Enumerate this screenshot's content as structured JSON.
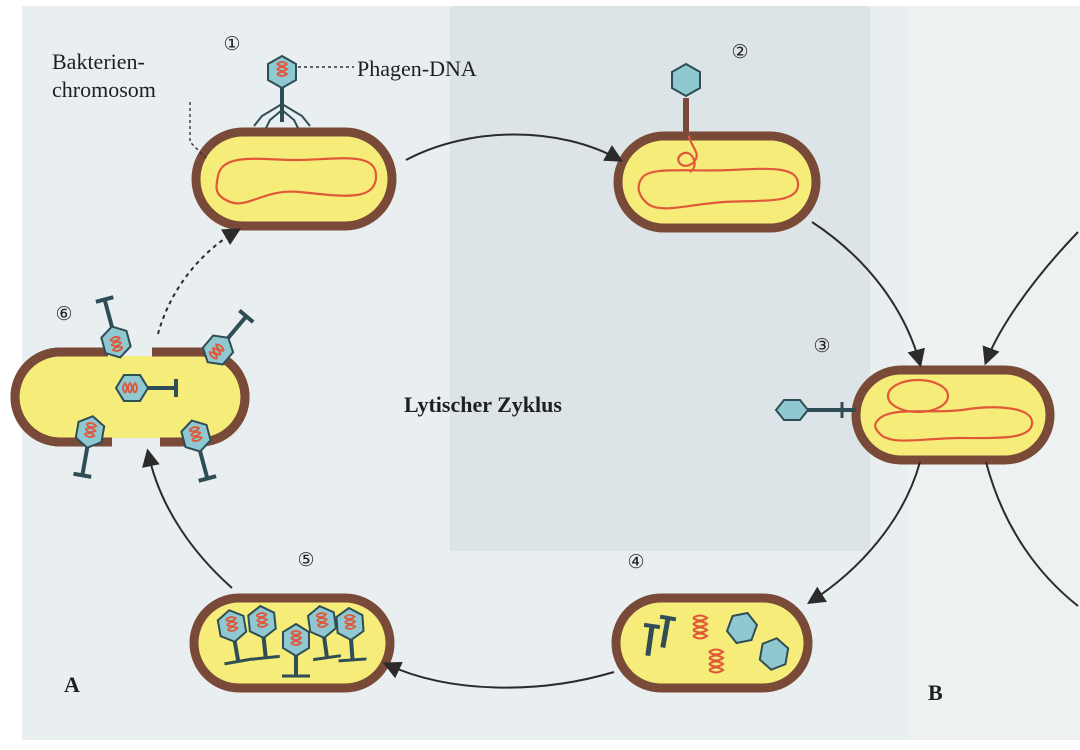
{
  "labels": {
    "chromosome_line1": "Bakterien-",
    "chromosome_line2": "chromosom",
    "phage_dna": "Phagen-DNA",
    "title": "Lytischer Zyklus",
    "panel_a": "A",
    "panel_b": "B"
  },
  "steps": [
    "①",
    "②",
    "③",
    "④",
    "⑤",
    "⑥"
  ],
  "colors": {
    "cell_wall": "#7a4a38",
    "cytoplasm": "#f6ec7a",
    "dna": "#e0583a",
    "phage_head": "#8fc8d0",
    "phage_outline": "#2f4d55",
    "arrow": "#2b2b2b"
  }
}
